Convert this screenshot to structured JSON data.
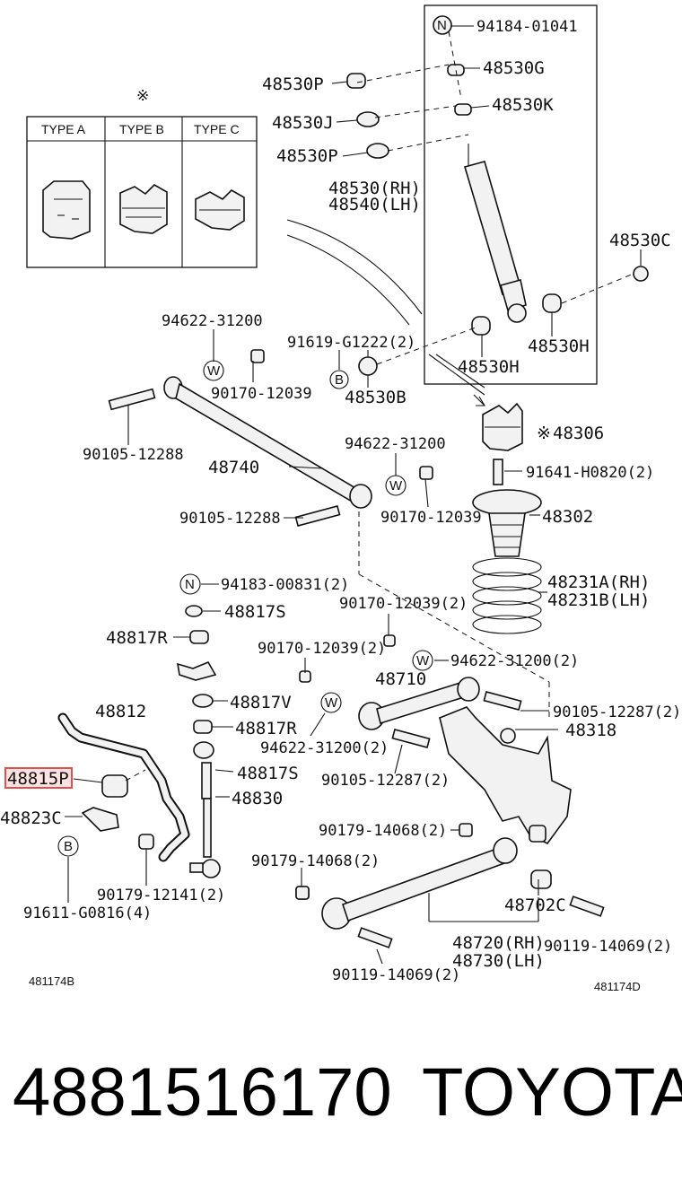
{
  "labels": {
    "p94184": "94184-01041",
    "p48530G": "48530G",
    "p48530P_a": "48530P",
    "p48530K": "48530K",
    "p48530J": "48530J",
    "p48530P_b": "48530P",
    "p48530": "48530(RH)",
    "p48540": "48540(LH)",
    "p48530C": "48530C",
    "p48530H_a": "48530H",
    "p48530H_b": "48530H",
    "p94622_a": "94622-31200",
    "p91619": "91619-G1222(2)",
    "p90170_a": "90170-12039",
    "p48530B": "48530B",
    "p48306": "48306",
    "p90105_a": "90105-12288",
    "p94622_b": "94622-31200",
    "p48740": "48740",
    "p91641": "91641-H0820(2)",
    "p90105_b": "90105-12288",
    "p90170_b": "90170-12039",
    "p48302": "48302",
    "p94183": "94183-00831(2)",
    "p48231A": "48231A(RH)",
    "p48231B": "48231B(LH)",
    "p48817S_a": "48817S",
    "p90170_c": "90170-12039(2)",
    "p48817R_a": "48817R",
    "p90170_d": "90170-12039(2)",
    "p94622_c": "94622-31200(2)",
    "p48710": "48710",
    "p48812": "48812",
    "p48817V": "48817V",
    "p90105_c": "90105-12287(2)",
    "p48817R_b": "48817R",
    "p48318": "48318",
    "p94622_d": "94622-31200(2)",
    "p48815": "48815P",
    "p48817S_b": "48817S",
    "p90105_d": "90105-12287(2)",
    "p48830": "48830",
    "p48823C": "48823C",
    "p90179_a": "90179-14068(2)",
    "p90179_b": "90179-14068(2)",
    "p90179_c": "90179-12141(2)",
    "p48702C": "48702C",
    "p91611": "91611-G0816(4)",
    "p48720": "48720(RH)",
    "p48730": "48730(LH)",
    "p90119_a": "90119-14069(2)",
    "p90119_b": "90119-14069(2)",
    "ref_left": "481174B",
    "ref_right": "481174D"
  },
  "circle_marks": {
    "n": "N",
    "w": "W",
    "b": "B"
  },
  "star_mark": "※",
  "types": [
    "TYPE A",
    "TYPE B",
    "TYPE C"
  ],
  "footer": {
    "part_number": "4881516170",
    "brand": "TOYOTA"
  },
  "colors": {
    "highlight": "#e05050",
    "highlight_fill": "#fde2e2",
    "ink": "#111111"
  }
}
